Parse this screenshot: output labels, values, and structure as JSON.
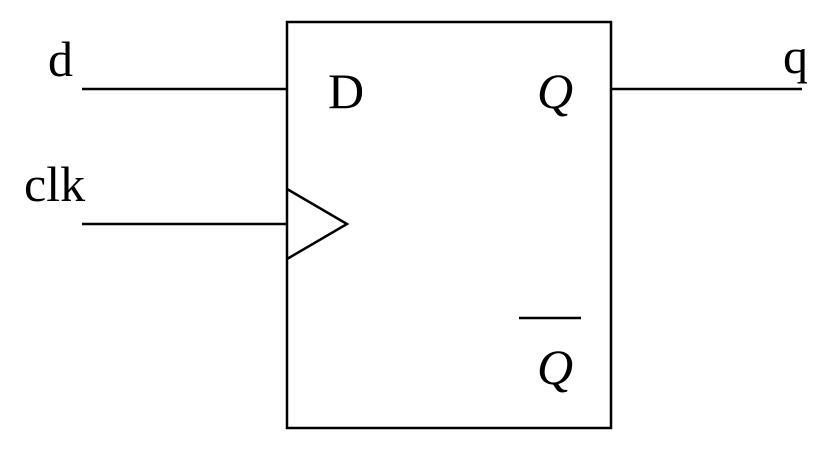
{
  "diagram": {
    "ports": {
      "d": "d",
      "clk": "clk",
      "q": "q"
    },
    "flipflop": {
      "input_pin": "D",
      "output_pin": "Q",
      "inverted_output_pin": "Q"
    }
  }
}
